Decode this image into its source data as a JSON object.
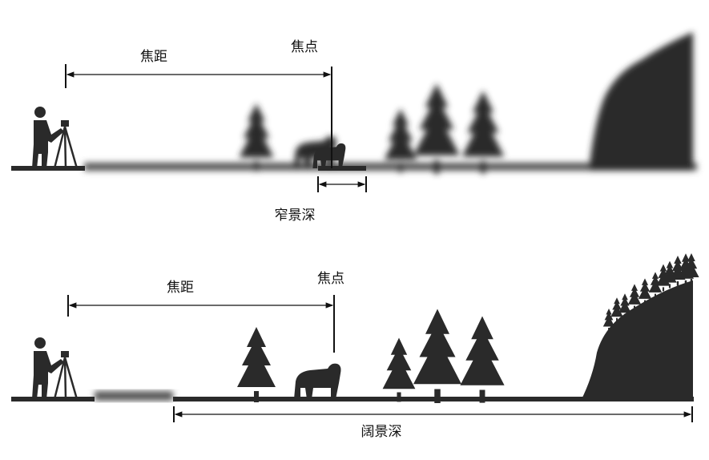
{
  "top_panel": {
    "focal_length_label": "焦距",
    "focus_point_label": "焦点",
    "depth_of_field_label": "窄景深"
  },
  "bottom_panel": {
    "focal_length_label": "焦距",
    "focus_point_label": "焦点",
    "depth_of_field_label": "阔景深"
  },
  "colors": {
    "silhouette": "#2a2a2a",
    "line": "#111111"
  }
}
